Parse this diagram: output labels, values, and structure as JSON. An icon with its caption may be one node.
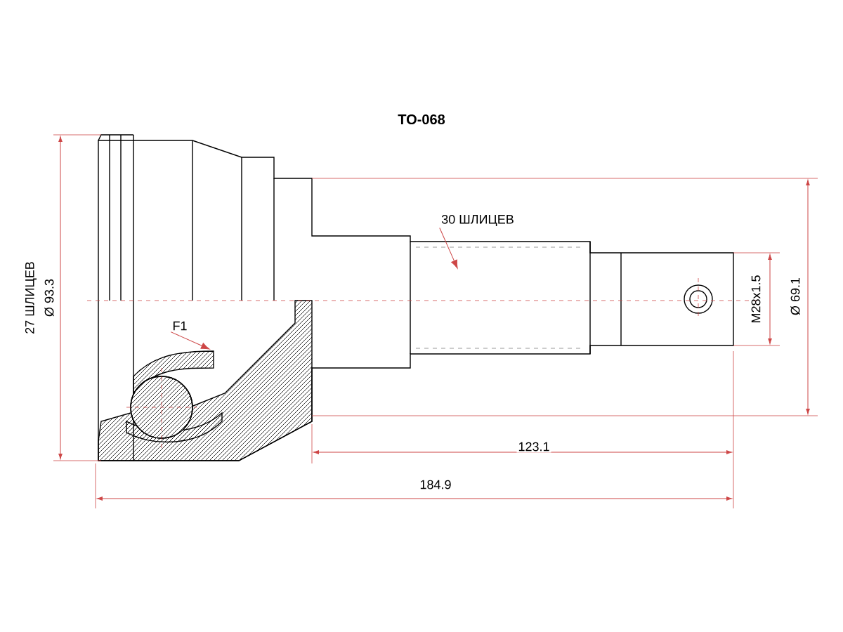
{
  "diagram": {
    "nodes": [
      {
        "text": [
          "30 ШЛИЦЕВ"
        ]
      },
      {
        "text": [
          "F1"
        ]
      }
    ],
    "edges": [
      {
        "from": 0,
        "to": null,
        "arrow": "to"
      },
      {
        "from": 1,
        "to": null,
        "arrow": "to"
      }
    ],
    "labels": [
      "TO-068",
      "27 ШЛИЦЕВ",
      "Ø 93.3",
      "M28x1.5",
      "Ø 69.1",
      "123.1",
      "184.9"
    ]
  }
}
